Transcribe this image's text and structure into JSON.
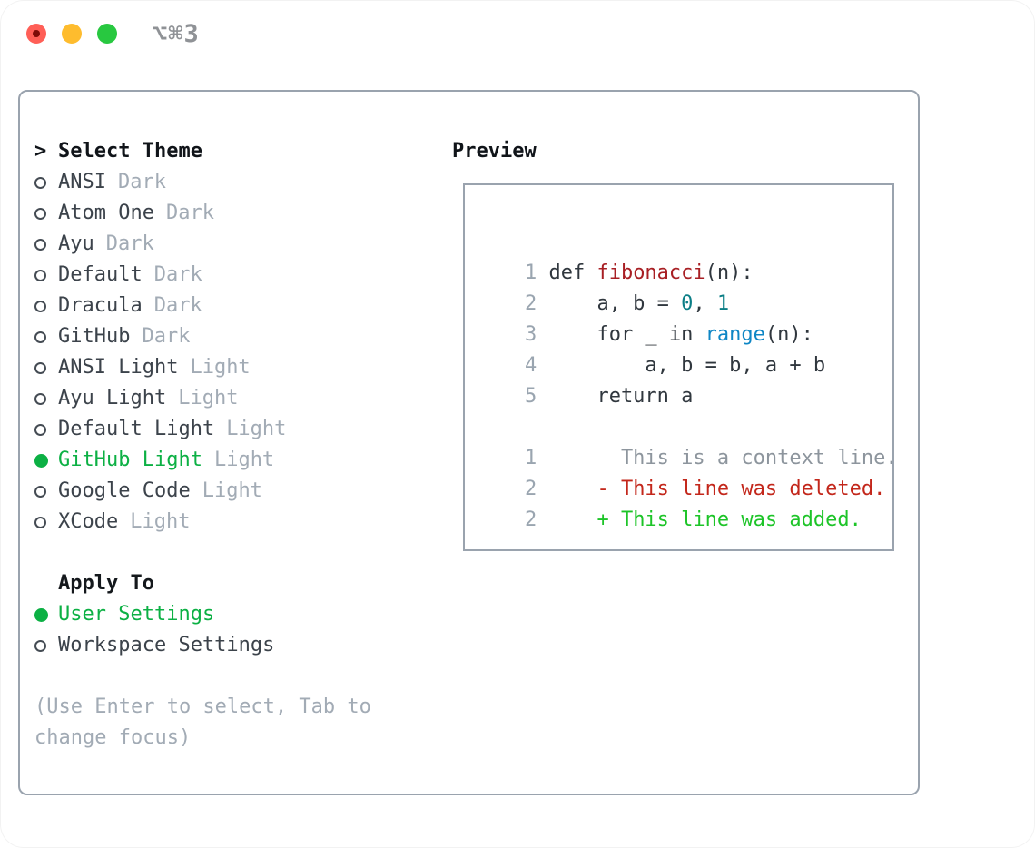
{
  "titlebar": {
    "title": "⌥⌘3"
  },
  "theme_picker": {
    "prompt_marker": ">",
    "title": "Select Theme",
    "themes": [
      {
        "name": "ANSI",
        "variant": "Dark",
        "selected": false
      },
      {
        "name": "Atom One",
        "variant": "Dark",
        "selected": false
      },
      {
        "name": "Ayu",
        "variant": "Dark",
        "selected": false
      },
      {
        "name": "Default",
        "variant": "Dark",
        "selected": false
      },
      {
        "name": "Dracula",
        "variant": "Dark",
        "selected": false
      },
      {
        "name": "GitHub",
        "variant": "Dark",
        "selected": false
      },
      {
        "name": "ANSI Light",
        "variant": "Light",
        "selected": false
      },
      {
        "name": "Ayu Light",
        "variant": "Light",
        "selected": false
      },
      {
        "name": "Default Light",
        "variant": "Light",
        "selected": false
      },
      {
        "name": "GitHub Light",
        "variant": "Light",
        "selected": true
      },
      {
        "name": "Google Code",
        "variant": "Light",
        "selected": false
      },
      {
        "name": "XCode",
        "variant": "Light",
        "selected": false
      }
    ]
  },
  "apply_to": {
    "title": "Apply To",
    "options": [
      {
        "name": "User Settings",
        "selected": true
      },
      {
        "name": "Workspace Settings",
        "selected": false
      }
    ]
  },
  "help_text": "(Use Enter to select, Tab to change focus)",
  "preview": {
    "title": "Preview",
    "code_lines": [
      {
        "number": "1",
        "segments": [
          {
            "text": "def ",
            "color": "code"
          },
          {
            "text": "fibonacci",
            "color": "function"
          },
          {
            "text": "(n):",
            "color": "code"
          }
        ]
      },
      {
        "number": "2",
        "segments": [
          {
            "text": "    a, b = ",
            "color": "code"
          },
          {
            "text": "0",
            "color": "number"
          },
          {
            "text": ", ",
            "color": "code"
          },
          {
            "text": "1",
            "color": "number"
          }
        ]
      },
      {
        "number": "3",
        "segments": [
          {
            "text": "    for _ in ",
            "color": "code"
          },
          {
            "text": "range",
            "color": "builtin"
          },
          {
            "text": "(n):",
            "color": "code"
          }
        ]
      },
      {
        "number": "4",
        "segments": [
          {
            "text": "        a, b = b, a + b",
            "color": "code"
          }
        ]
      },
      {
        "number": "5",
        "segments": [
          {
            "text": "    return a",
            "color": "code"
          }
        ]
      },
      {
        "number": "",
        "segments": []
      },
      {
        "number": "1",
        "segments": [
          {
            "text": "      This is a context line.",
            "color": "context"
          }
        ]
      },
      {
        "number": "2",
        "segments": [
          {
            "text": "    ",
            "color": "context"
          },
          {
            "text": "- This line was deleted.",
            "color": "deleted"
          }
        ]
      },
      {
        "number": "2",
        "segments": [
          {
            "text": "    ",
            "color": "context"
          },
          {
            "text": "+ This line was added.",
            "color": "added"
          }
        ]
      }
    ]
  },
  "colors": {
    "selection_green": "#0cb044",
    "diff_added_green": "#1dc428",
    "diff_deleted_red": "#c3271b",
    "syntax_function_red": "#a81f24",
    "syntax_builtin_blue": "#0e86c5",
    "syntax_number_teal": "#0b7e86",
    "code_text": "#30373e",
    "muted_gray": "#a2abb5",
    "line_number_gray": "#9aa5b0",
    "context_gray": "#8d959d",
    "border_gray": "#9aa3ae",
    "traffic_red": "#ff5f57",
    "traffic_yellow": "#febc2e",
    "traffic_green": "#28c840"
  }
}
